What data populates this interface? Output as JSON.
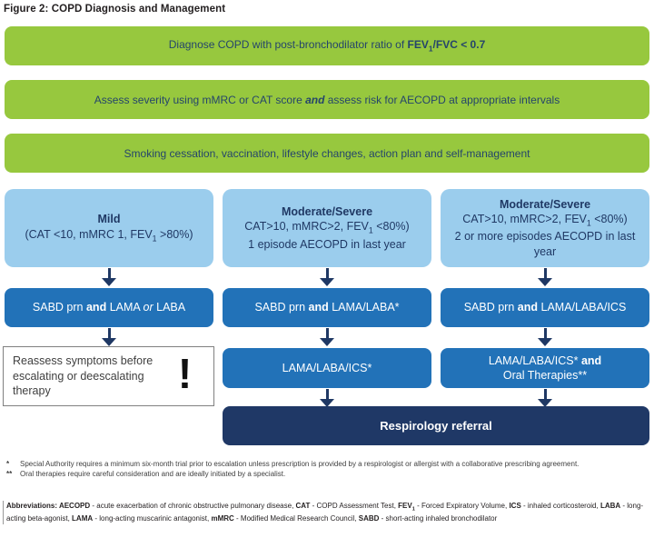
{
  "figure": {
    "title": "Figure 2: COPD Diagnosis and Management"
  },
  "colors": {
    "banner_green": "#97C83E",
    "light_blue": "#9BCDED",
    "mid_blue": "#2272B8",
    "navy": "#1F3866",
    "arrow_navy": "#1F3864",
    "box_text_navy": "#1F3864"
  },
  "banners": {
    "diagnose": {
      "pre": "Diagnose COPD with post-bronchodilator ratio of ",
      "bold_fev": "FEV",
      "bold_sub": "1",
      "bold_rest": "/FVC < 0.7"
    },
    "assess": {
      "pre": "Assess severity using mMRC or CAT score ",
      "and": "and",
      "post": " assess risk for AECOPD at appropriate intervals"
    },
    "lifestyle": "Smoking cessation, vaccination, lifestyle changes, action plan and self-management"
  },
  "columns": {
    "mild": {
      "title": "Mild",
      "criteria_pre": "(CAT <10, mMRC 1, FEV",
      "criteria_sub": "1",
      "criteria_post": " >80%)",
      "tx": {
        "pre": "SABD prn ",
        "and": "and",
        "mid": " LAMA ",
        "or": "or",
        "post": " LABA"
      },
      "reassess": "Reassess symptoms before escalating or deescalating therapy",
      "alert": "!"
    },
    "moderate1": {
      "title": "Moderate/Severe",
      "criteria_pre": "CAT>10, mMRC>2, FEV",
      "criteria_sub": "1",
      "criteria_post": " <80%)",
      "episodes": "1 episode AECOPD in last year",
      "tx": {
        "pre": "SABD prn ",
        "and": "and",
        "post": " LAMA/LABA*"
      },
      "escalation": "LAMA/LABA/ICS*"
    },
    "moderate2": {
      "title": "Moderate/Severe",
      "criteria_pre": "CAT>10, mMRC>2, FEV",
      "criteria_sub": "1",
      "criteria_post": " <80%)",
      "episodes": "2 or more episodes AECOPD in last year",
      "tx": {
        "pre": "SABD prn ",
        "and": "and",
        "post": " LAMA/LABA/ICS"
      },
      "escalation": {
        "line1_pre": "LAMA/LABA/ICS* ",
        "line1_and": "and",
        "line2": "Oral Therapies**"
      }
    }
  },
  "referral": "Respirology referral",
  "footnotes": [
    {
      "marker": "*",
      "text": "Special Authority requires a minimum six-month trial prior to escalation unless prescription is provided by a respirologist or allergist with a collaborative prescribing agreement."
    },
    {
      "marker": "**",
      "text": "Oral therapies require careful consideration and are ideally initiated by a specialist."
    }
  ],
  "abbreviations": {
    "label": "Abbreviations: ",
    "items": [
      {
        "term": "AECOPD",
        "def": " - acute exacerbation of chronic obstructive pulmonary disease, "
      },
      {
        "term": "CAT",
        "def": " - COPD Assessment Test, "
      },
      {
        "term": "FEV",
        "sub": "1",
        "def": " - Forced Expiratory Volume, "
      },
      {
        "term": "ICS",
        "def": " - inhaled corticosteroid, "
      },
      {
        "term": "LABA",
        "def": " - long-acting beta-agonist, "
      },
      {
        "term": "LAMA",
        "def": " - long-acting muscarinic antagonist, "
      },
      {
        "term": "mMRC",
        "def": " - Modified Medical Research Council, "
      },
      {
        "term": "SABD",
        "def": " - short-acting inhaled bronchodilator"
      }
    ]
  }
}
